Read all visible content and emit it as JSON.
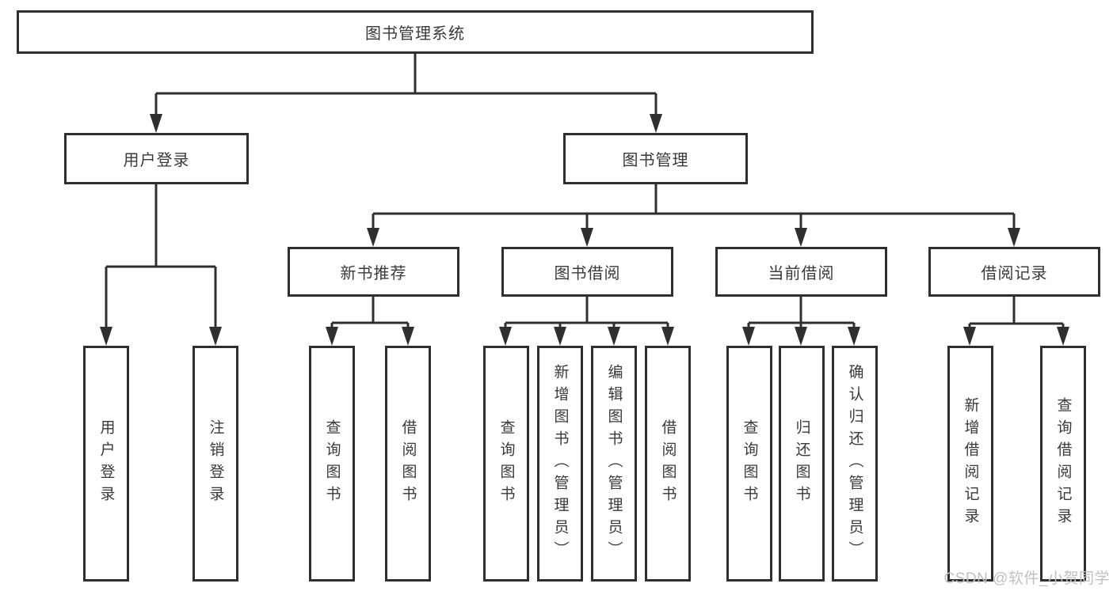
{
  "tree": {
    "label": "图书管理系统",
    "children": [
      {
        "label": "用户登录",
        "children": [
          {
            "label": "用户登录"
          },
          {
            "label": "注销登录"
          }
        ]
      },
      {
        "label": "图书管理",
        "children": [
          {
            "label": "新书推荐",
            "children": [
              {
                "label": "查询图书"
              },
              {
                "label": "借阅图书"
              }
            ]
          },
          {
            "label": "图书借阅",
            "children": [
              {
                "label": "查询图书"
              },
              {
                "label": "新增图书（管理员）"
              },
              {
                "label": "编辑图书（管理员）"
              },
              {
                "label": "借阅图书"
              }
            ]
          },
          {
            "label": "当前借阅",
            "children": [
              {
                "label": "查询图书"
              },
              {
                "label": "归还图书"
              },
              {
                "label": "确认归还（管理员）"
              }
            ]
          },
          {
            "label": "借阅记录",
            "children": [
              {
                "label": "新增借阅记录"
              },
              {
                "label": "查询借阅记录"
              }
            ]
          }
        ]
      }
    ]
  },
  "colors": {
    "line": "#2f2f2f",
    "text": "#3a3a3a",
    "watermark": "#c1c0c0",
    "background": "#ffffff"
  },
  "watermark": "CSDN @软件_小贺同学"
}
